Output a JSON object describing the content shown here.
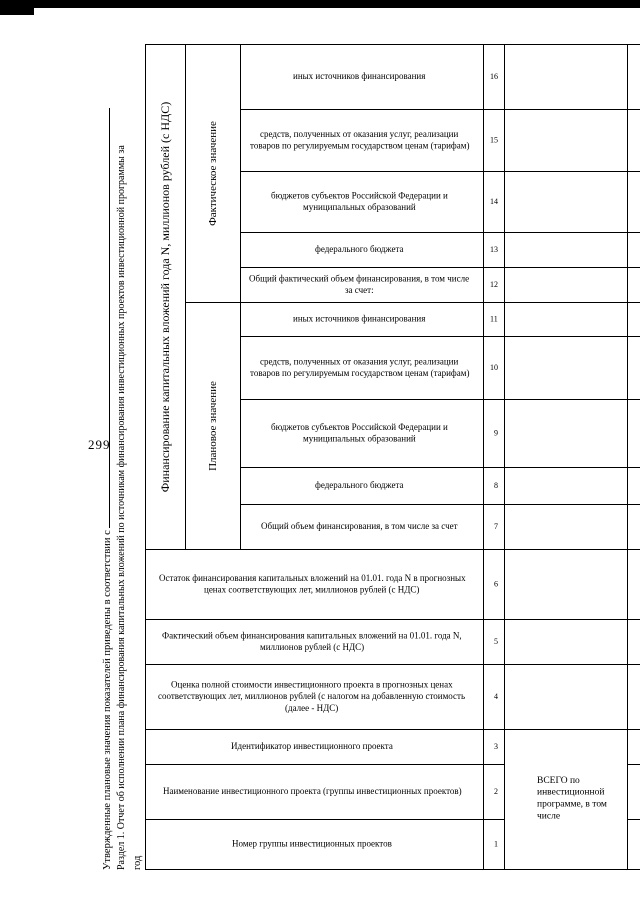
{
  "scan": {
    "page_number": "299"
  },
  "header": {
    "line1": "Утвержденные плановые значения показателей приведены в соответствии с",
    "line2": "Раздел 1. Отчет об исполнении плана финансирования капитальных вложений по источникам финансирования инвестиционных проектов инвестиционной программы за",
    "line3": "год"
  },
  "table": {
    "finance_group_header": "Финансирование капитальных вложений года N, миллионов рублей (с НДС)",
    "plan_group_header": "Плановое значение",
    "fact_group_header": "Фактическое значение",
    "columns": [
      {
        "num": "1",
        "label": "Номер группы инвестиционных проектов"
      },
      {
        "num": "2",
        "label": "Наименование инвестиционного проекта (группы инвестиционных проектов)"
      },
      {
        "num": "3",
        "label": "Идентификатор инвестиционного проекта"
      },
      {
        "num": "4",
        "label": "Оценка полной стоимости инвестиционного проекта в прогнозных ценах соответствующих лет, миллионов рублей (с налогом на добавленную стоимость (далее - НДС)"
      },
      {
        "num": "5",
        "label": "Фактический объем финансирования капитальных вложений на 01.01. года N, миллионов рублей (с НДС)"
      },
      {
        "num": "6",
        "label": "Остаток финансирования капитальных вложений на 01.01. года N в прогнозных ценах соответствующих лет, миллионов рублей (с НДС)"
      },
      {
        "num": "7",
        "label": "Общий объем финансирования, в том числе за счет"
      },
      {
        "num": "8",
        "label": "федерального бюджета"
      },
      {
        "num": "9",
        "label": "бюджетов субъектов Российской Федерации и муниципальных образований"
      },
      {
        "num": "10",
        "label": "средств, полученных от оказания услуг, реализации товаров по регулируемым государством ценам (тарифам)"
      },
      {
        "num": "11",
        "label": "иных источников финансирования"
      },
      {
        "num": "12",
        "label": "Общий фактический объем финансирования, в том числе за счет:"
      },
      {
        "num": "13",
        "label": "федерального бюджета"
      },
      {
        "num": "14",
        "label": "бюджетов субъектов Российской Федерации и муниципальных образований"
      },
      {
        "num": "15",
        "label": "средств, полученных от оказания услуг, реализации товаров по регулируемым государством ценам (тарифам)"
      },
      {
        "num": "16",
        "label": "иных источников финансирования"
      }
    ],
    "total_row": {
      "label": "ВСЕГО по инвестиционной программе, в том числе"
    }
  }
}
